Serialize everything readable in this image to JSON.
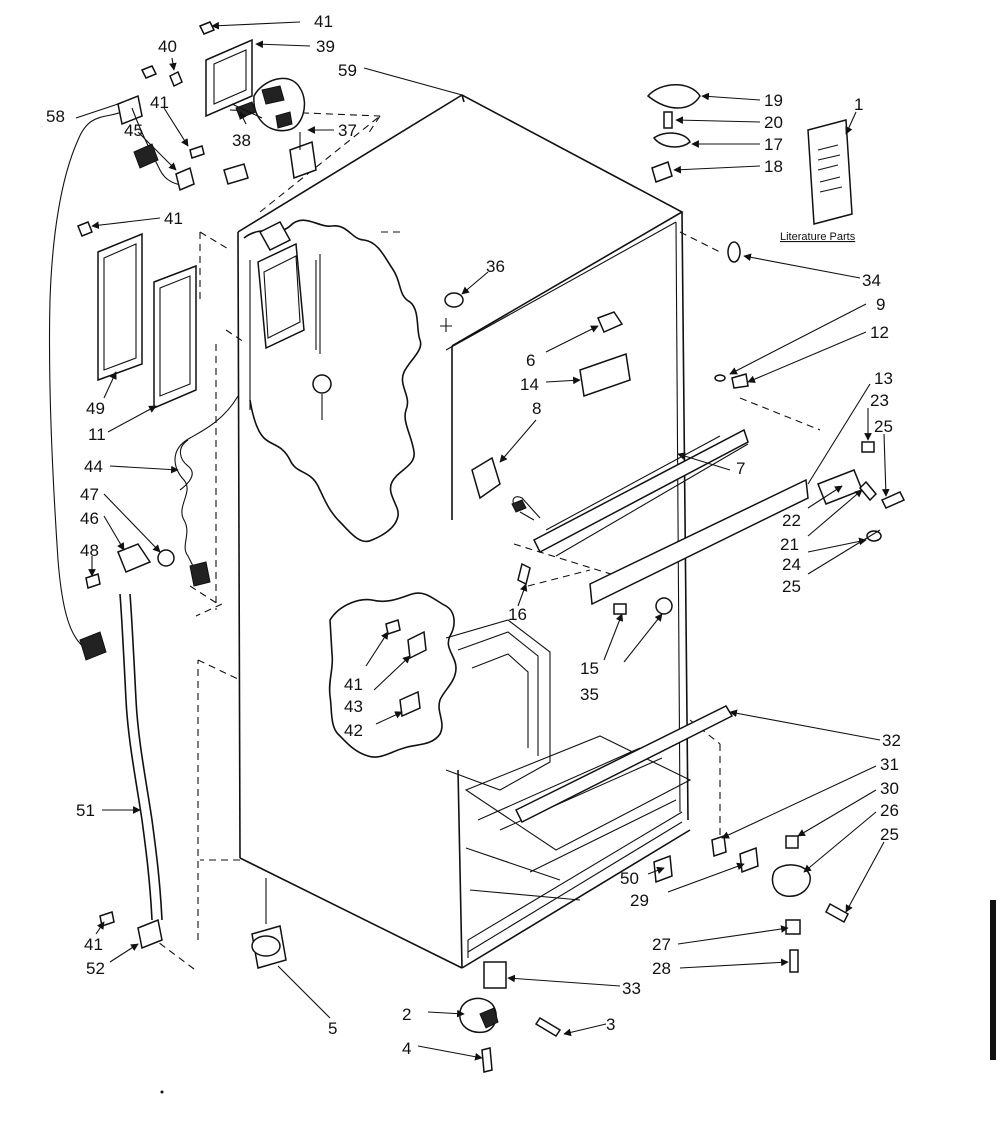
{
  "literature_label": "Literature Parts",
  "callouts": [
    {
      "id": "c41a",
      "text": "41"
    },
    {
      "id": "c39",
      "text": "39"
    },
    {
      "id": "c59",
      "text": "59"
    },
    {
      "id": "c40",
      "text": "40"
    },
    {
      "id": "c41b",
      "text": "41"
    },
    {
      "id": "c38",
      "text": "38"
    },
    {
      "id": "c37",
      "text": "37"
    },
    {
      "id": "c58",
      "text": "58"
    },
    {
      "id": "c45",
      "text": "45"
    },
    {
      "id": "c41c",
      "text": "41"
    },
    {
      "id": "c49",
      "text": "49"
    },
    {
      "id": "c11",
      "text": "11"
    },
    {
      "id": "c44",
      "text": "44"
    },
    {
      "id": "c47",
      "text": "47"
    },
    {
      "id": "c46",
      "text": "46"
    },
    {
      "id": "c48",
      "text": "48"
    },
    {
      "id": "c51",
      "text": "51"
    },
    {
      "id": "c41d",
      "text": "41"
    },
    {
      "id": "c52",
      "text": "52"
    },
    {
      "id": "c5",
      "text": "5"
    },
    {
      "id": "c19",
      "text": "19"
    },
    {
      "id": "c20",
      "text": "20"
    },
    {
      "id": "c17",
      "text": "17"
    },
    {
      "id": "c18",
      "text": "18"
    },
    {
      "id": "c1",
      "text": "1"
    },
    {
      "id": "c34",
      "text": "34"
    },
    {
      "id": "c36",
      "text": "36"
    },
    {
      "id": "c9",
      "text": "9"
    },
    {
      "id": "c12",
      "text": "12"
    },
    {
      "id": "c6",
      "text": "6"
    },
    {
      "id": "c14",
      "text": "14"
    },
    {
      "id": "c13",
      "text": "13"
    },
    {
      "id": "c23",
      "text": "23"
    },
    {
      "id": "c25a",
      "text": "25"
    },
    {
      "id": "c8",
      "text": "8"
    },
    {
      "id": "c7",
      "text": "7"
    },
    {
      "id": "c22",
      "text": "22"
    },
    {
      "id": "c21",
      "text": "21"
    },
    {
      "id": "c24",
      "text": "24"
    },
    {
      "id": "c25b",
      "text": "25"
    },
    {
      "id": "c16",
      "text": "16"
    },
    {
      "id": "c15",
      "text": "15"
    },
    {
      "id": "c35",
      "text": "35"
    },
    {
      "id": "c41e",
      "text": "41"
    },
    {
      "id": "c43",
      "text": "43"
    },
    {
      "id": "c42",
      "text": "42"
    },
    {
      "id": "c32",
      "text": "32"
    },
    {
      "id": "c31",
      "text": "31"
    },
    {
      "id": "c30",
      "text": "30"
    },
    {
      "id": "c26",
      "text": "26"
    },
    {
      "id": "c25c",
      "text": "25"
    },
    {
      "id": "c50",
      "text": "50"
    },
    {
      "id": "c29",
      "text": "29"
    },
    {
      "id": "c27",
      "text": "27"
    },
    {
      "id": "c28",
      "text": "28"
    },
    {
      "id": "c33",
      "text": "33"
    },
    {
      "id": "c2",
      "text": "2"
    },
    {
      "id": "c3",
      "text": "3"
    },
    {
      "id": "c4",
      "text": "4"
    }
  ]
}
